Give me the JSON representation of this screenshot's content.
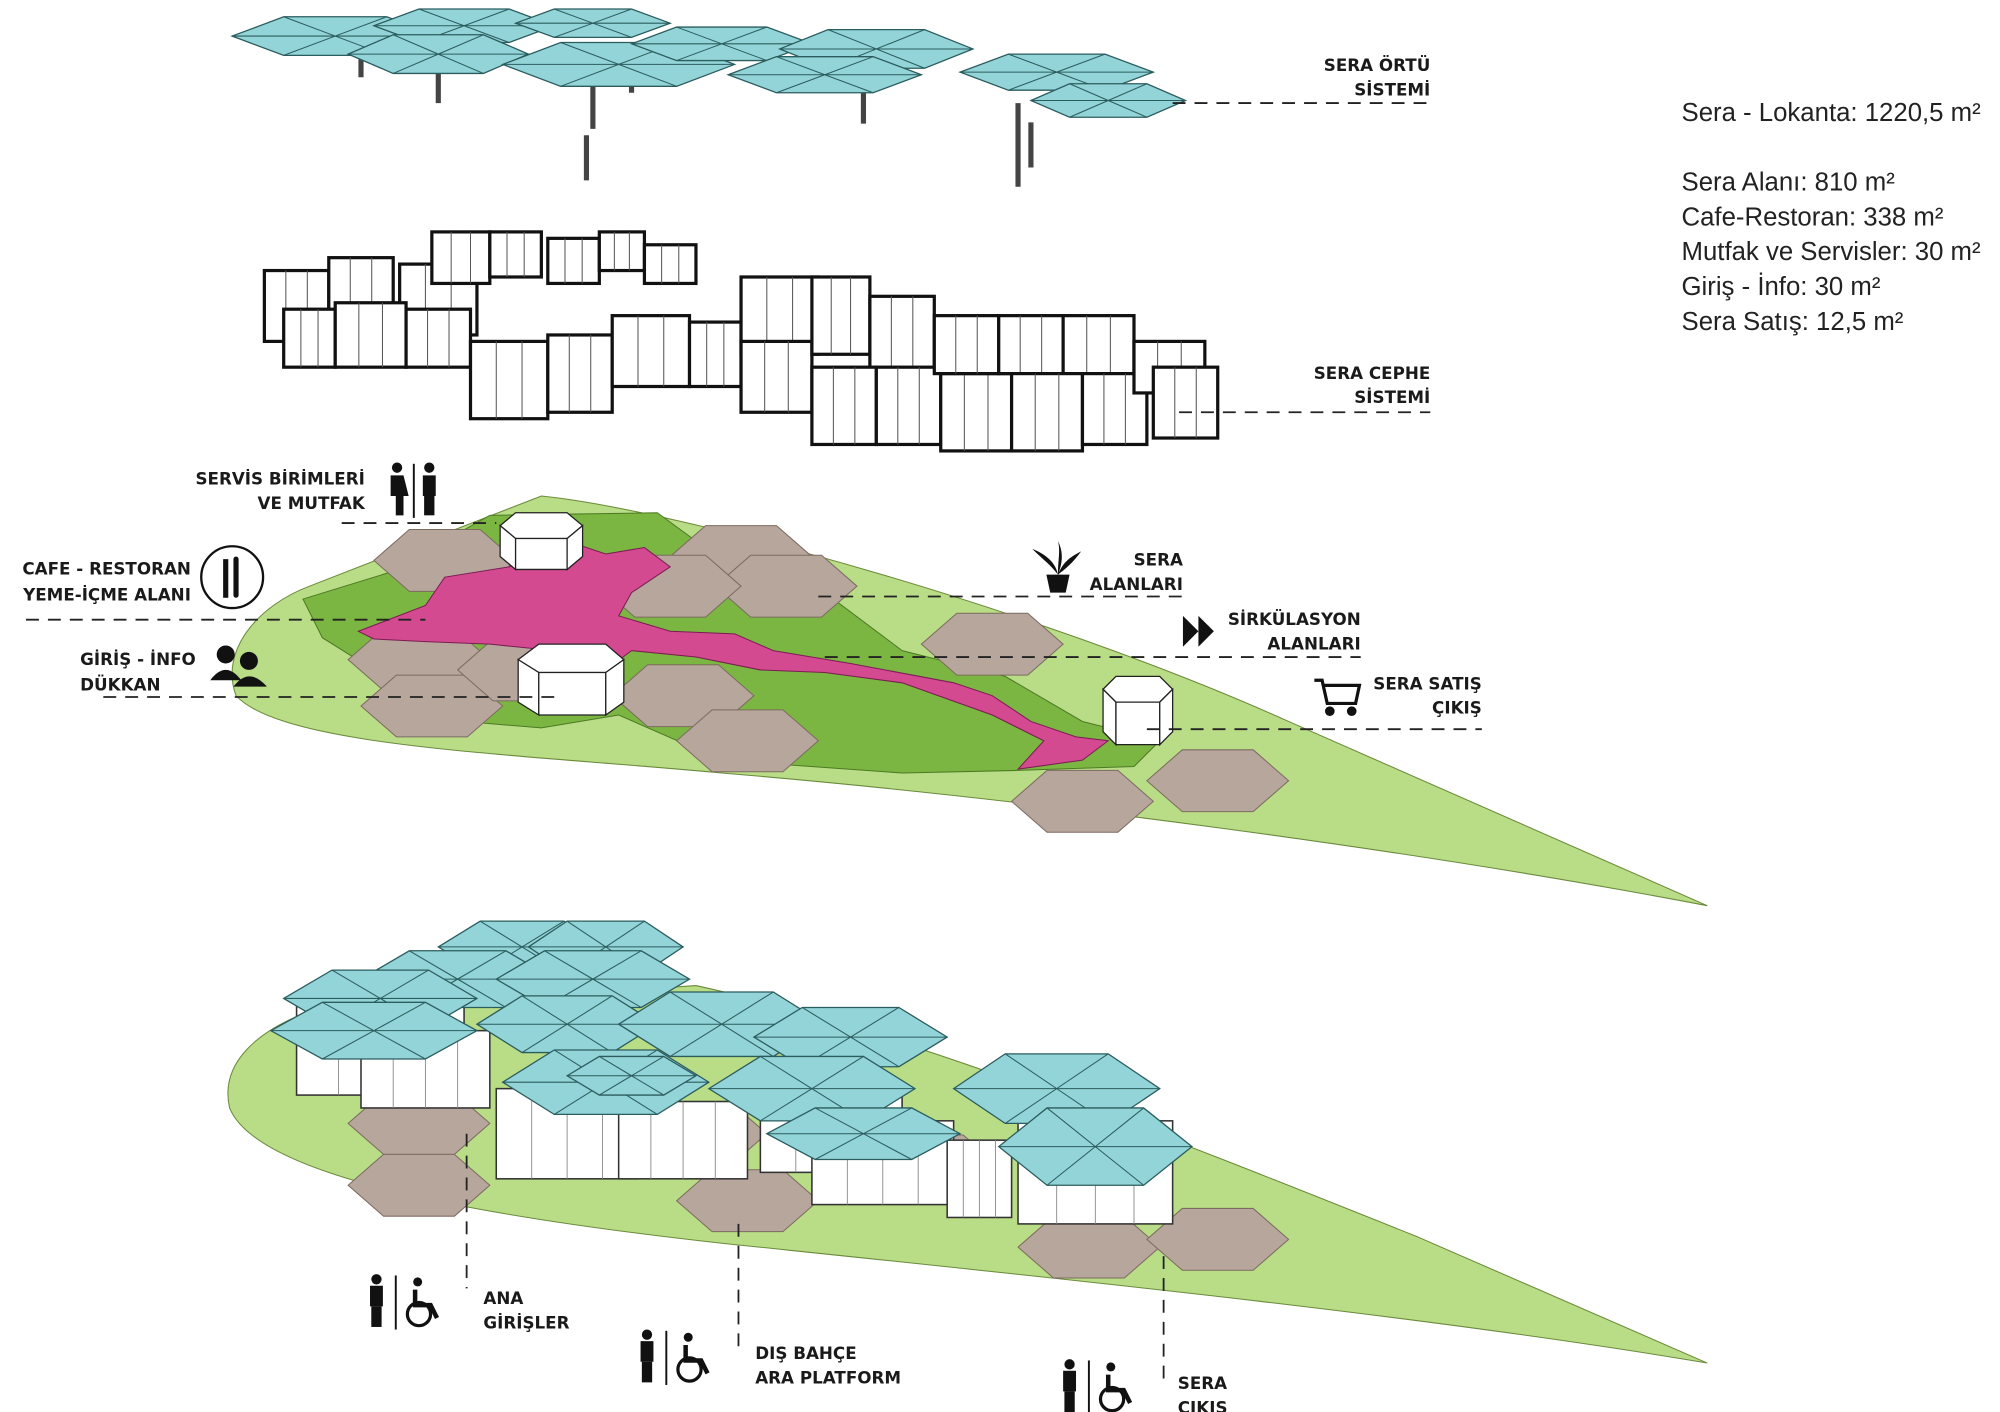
{
  "title_layers": {
    "roof": [
      "SERA ÖRTÜ",
      "SİSTEMİ"
    ],
    "facade": [
      "SERA CEPHE",
      "SİSTEMİ"
    ]
  },
  "areas": {
    "total": "Sera - Lokanta: 1220,5 m²",
    "items": [
      "Sera Alanı: 810 m²",
      "Cafe-Restoran: 338 m²",
      "Mutfak ve Servisler: 30 m²",
      "Giriş - İnfo: 30 m²",
      "Sera Satış: 12,5 m²"
    ]
  },
  "plan_labels": {
    "service": [
      "SERVİS BİRİMLERİ",
      "VE MUTFAK"
    ],
    "cafe": [
      "CAFE - RESTORAN",
      "YEME-İÇME ALANI"
    ],
    "entry": [
      "GİRİŞ - İNFO",
      "DÜKKAN"
    ],
    "greenhouse": [
      "SERA",
      "ALANLARI"
    ],
    "circulation": [
      "SİRKÜLASYON",
      "ALANLARI"
    ],
    "sales": [
      "SERA SATIŞ",
      "ÇIKIŞ"
    ]
  },
  "access_labels": {
    "main": [
      "ANA",
      "GİRİŞLER"
    ],
    "garden": [
      "DIŞ BAHÇE",
      "ARA PLATFORM"
    ],
    "exit": [
      "SERA",
      "ÇIKIŞ"
    ]
  },
  "colors": {
    "site": "#b9dc86",
    "garden": "#7cb642",
    "circulation": "#d44a91",
    "paving": "#b7a69c",
    "glass": "#93d4d8"
  }
}
